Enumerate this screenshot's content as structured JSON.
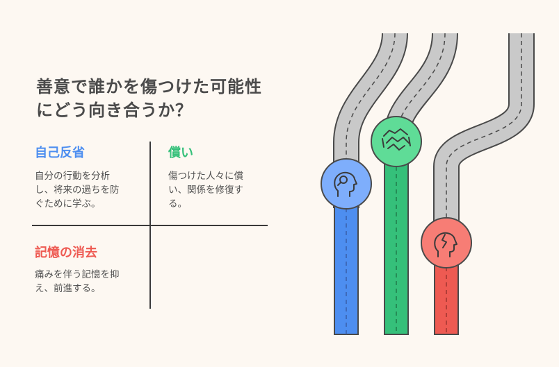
{
  "title": "善意で誰かを傷つけた可能性\nにどう向き合うか？",
  "quadrants": [
    {
      "heading": "自己反省",
      "body": "自分の行動を分析\nし、将来の過ちを防\nぐために学ぶ。",
      "color": "#4d8ef0"
    },
    {
      "heading": "償い",
      "body": "傷つけた人々に償\nい、関係を修復す\nる。",
      "color": "#35c07a"
    },
    {
      "heading": "記憶の消去",
      "body": "痛みを伴う記憶を抑\nえ、前進する。",
      "color": "#ee5a52"
    }
  ],
  "roads": [
    {
      "name": "self-reflection",
      "color": "#4d8ef0",
      "icon": "head-reflection-icon"
    },
    {
      "name": "atonement",
      "color": "#35c07a",
      "icon": "handshake-icon"
    },
    {
      "name": "memory-erasure",
      "color": "#ee5a52",
      "icon": "broken-head-icon"
    }
  ]
}
